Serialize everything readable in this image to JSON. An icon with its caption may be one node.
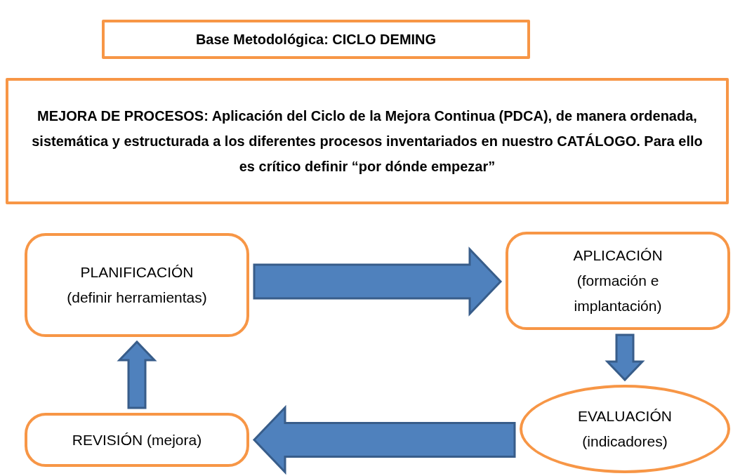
{
  "diagram": {
    "nodes": [
      {
        "text": [
          "Base Metodológica: CICLO DEMING"
        ]
      },
      {
        "text": [
          "MEJORA DE PROCESOS: Aplicación del Ciclo de la Mejora Continua (PDCA), de manera ordenada, sistemática y estructurada a los diferentes procesos inventariados en nuestro CATÁLOGO. Para ello es crítico definir “por dónde empezar”"
        ]
      },
      {
        "text": [
          "PLANIFICACIÓN (definir herramientas)"
        ]
      },
      {
        "text": [
          "APLICACIÓN (formación e implantación)"
        ]
      },
      {
        "text": [
          "EVALUACIÓN (indicadores)"
        ]
      },
      {
        "text": [
          "REVISIÓN (mejora)"
        ]
      }
    ],
    "edges": [
      {
        "from": 2,
        "to": 3,
        "arrow": "to"
      },
      {
        "from": 3,
        "to": 4,
        "arrow": "to"
      },
      {
        "from": 4,
        "to": 5,
        "arrow": "to"
      },
      {
        "from": 5,
        "to": 2,
        "arrow": "to"
      }
    ]
  }
}
